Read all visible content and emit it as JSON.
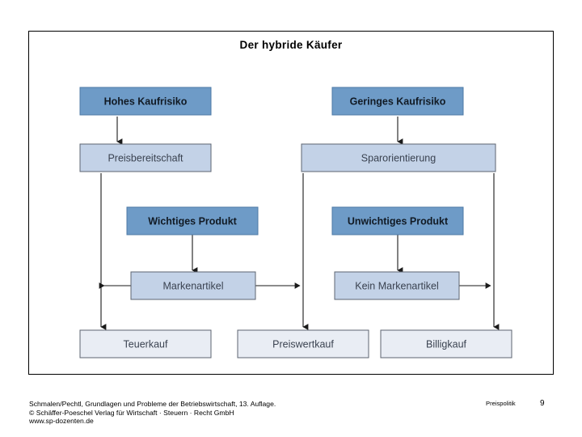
{
  "slide": {
    "title": "Der hybride Käufer",
    "section_label": "Preispolitik",
    "page_number": "9",
    "footer_lines": [
      "Schmalen/Pechtl, Grundlagen und Probleme der Betriebswirtschaft, 13. Auflage.",
      "© Schäffer-Poeschel Verlag für Wirtschaft · Steuern · Recht GmbH",
      "www.sp-dozenten.de"
    ]
  },
  "colors": {
    "dark_blue": "#6e9bc7",
    "light_blue": "#c3d2e7",
    "pale_blue": "#e9edf4",
    "box_border": "#5a7fa8",
    "pale_border": "#5d6470",
    "line": "#1a1a1a",
    "frame": "#000000",
    "text": "#1b2430"
  },
  "diagram": {
    "type": "flowchart",
    "nodes": [
      {
        "id": "hohes_kaufrisiko",
        "label": "Hohes Kaufrisiko",
        "style": "dark",
        "row": 1,
        "column": "left"
      },
      {
        "id": "geringes_kaufrisiko",
        "label": "Geringes Kaufrisiko",
        "style": "dark",
        "row": 1,
        "column": "right"
      },
      {
        "id": "preisbereitschaft",
        "label": "Preisbereitschaft",
        "style": "light",
        "row": 2,
        "column": "left"
      },
      {
        "id": "sparorientierung",
        "label": "Sparorientierung",
        "style": "light",
        "row": 2,
        "column": "right"
      },
      {
        "id": "wichtiges_produkt",
        "label": "Wichtiges Produkt",
        "style": "dark",
        "row": 3,
        "column": "left"
      },
      {
        "id": "unwichtiges_produkt",
        "label": "Unwichtiges Produkt",
        "style": "dark",
        "row": 3,
        "column": "right"
      },
      {
        "id": "markenartikel",
        "label": "Markenartikel",
        "style": "light",
        "row": 4,
        "column": "left"
      },
      {
        "id": "kein_markenartikel",
        "label": "Kein Markenartikel",
        "style": "light",
        "row": 4,
        "column": "right"
      },
      {
        "id": "teuerkauf",
        "label": "Teuerkauf",
        "style": "pale",
        "row": 5,
        "column": "left"
      },
      {
        "id": "preiswertkauf",
        "label": "Preiswertkauf",
        "style": "pale",
        "row": 5,
        "column": "center"
      },
      {
        "id": "billigkauf",
        "label": "Billigkauf",
        "style": "pale",
        "row": 5,
        "column": "right"
      }
    ],
    "edges": [
      {
        "from": "hohes_kaufrisiko",
        "to": "preisbereitschaft",
        "kind": "vertical-arrow"
      },
      {
        "from": "geringes_kaufrisiko",
        "to": "sparorientierung",
        "kind": "vertical-arrow"
      },
      {
        "from": "wichtiges_produkt",
        "to": "markenartikel",
        "kind": "vertical-arrow"
      },
      {
        "from": "unwichtiges_produkt",
        "to": "kein_markenartikel",
        "kind": "vertical-arrow"
      },
      {
        "from": "preisbereitschaft",
        "to": "teuerkauf",
        "kind": "vertical-arrow"
      },
      {
        "from": "sparorientierung",
        "to": "preiswertkauf",
        "kind": "vertical-arrow"
      },
      {
        "from": "sparorientierung",
        "to": "billigkauf",
        "kind": "vertical-arrow"
      },
      {
        "from": "markenartikel",
        "to": "teuerkauf-line",
        "kind": "horizontal-arrow-left"
      },
      {
        "from": "markenartikel",
        "to": "preiswertkauf-line",
        "kind": "horizontal-arrow-right"
      },
      {
        "from": "kein_markenartikel",
        "to": "billigkauf-line",
        "kind": "horizontal-arrow-right"
      }
    ]
  }
}
